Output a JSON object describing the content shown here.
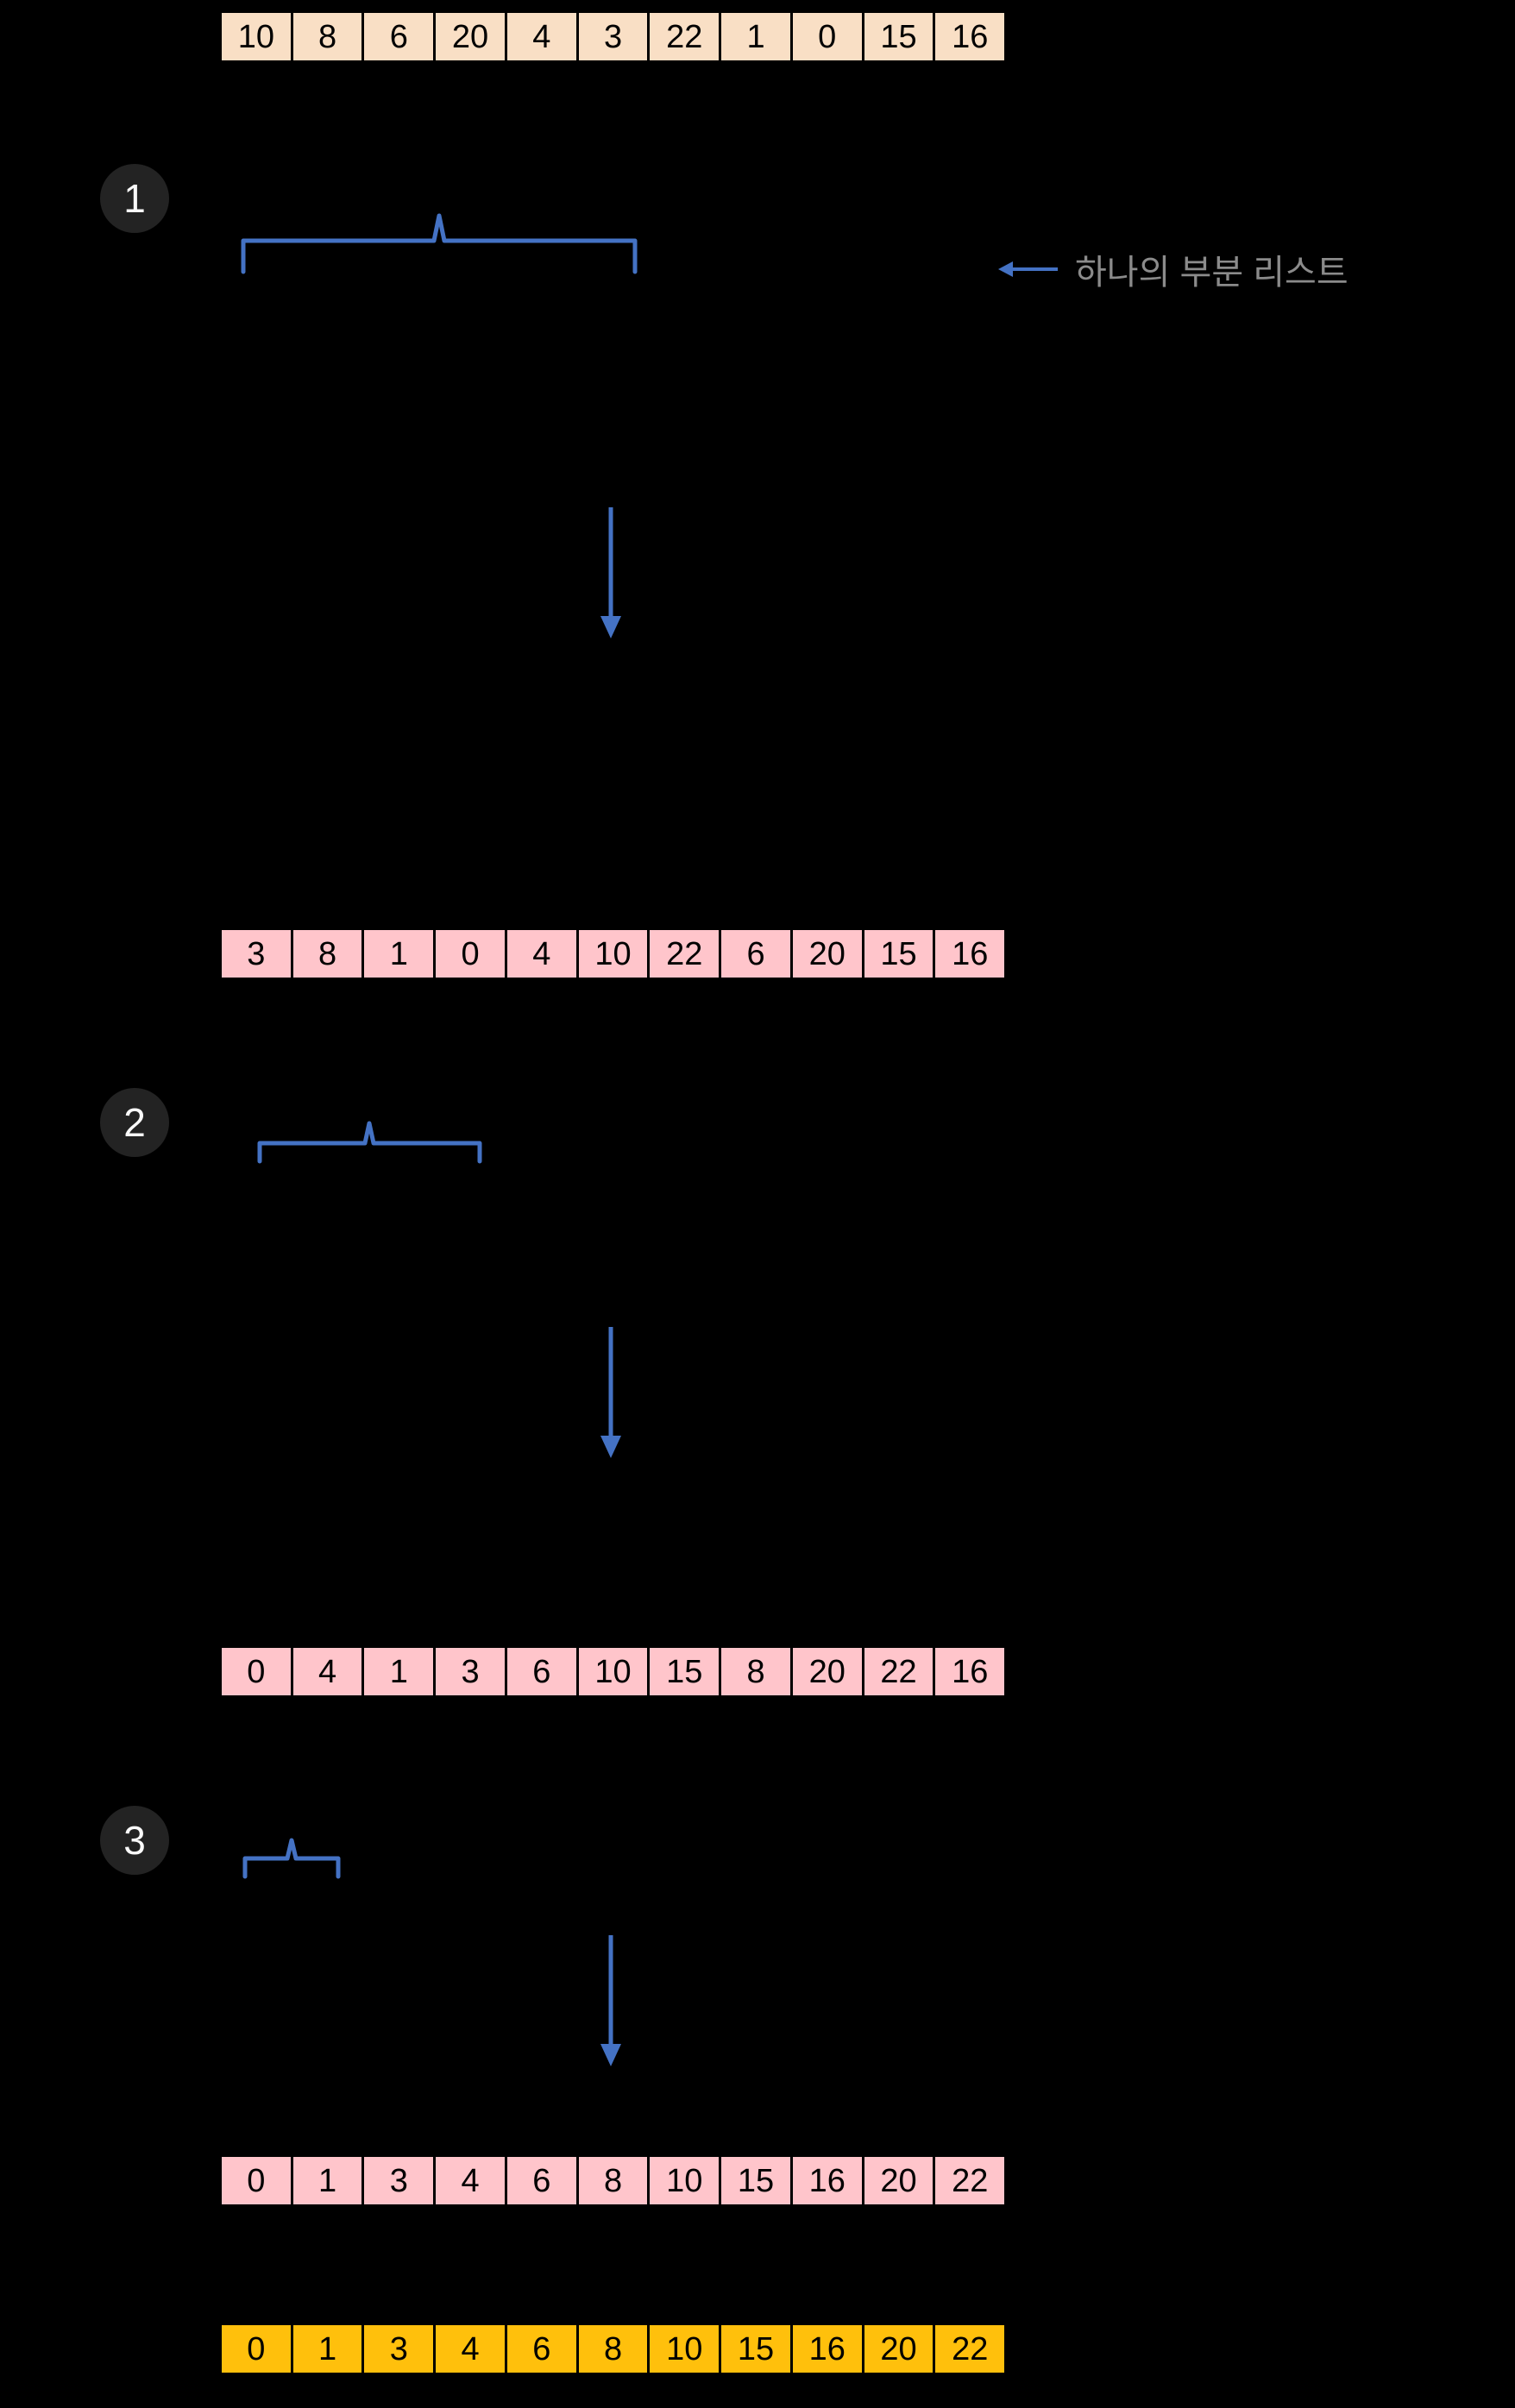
{
  "diagram": {
    "title_hidden": "",
    "annotation": "하나의 부분 리스트",
    "steps": [
      {
        "label": "1"
      },
      {
        "label": "2"
      },
      {
        "label": "3"
      }
    ],
    "arrays": [
      {
        "name": "initial",
        "cell_color": "#F9DFC5",
        "values": [
          "10",
          "8",
          "6",
          "20",
          "4",
          "3",
          "22",
          "1",
          "0",
          "15",
          "16"
        ]
      },
      {
        "name": "after-step-1",
        "cell_color": "#FFC5CB",
        "values": [
          "3",
          "8",
          "1",
          "0",
          "4",
          "10",
          "22",
          "6",
          "20",
          "15",
          "16"
        ]
      },
      {
        "name": "after-step-2",
        "cell_color": "#FFC5CB",
        "values": [
          "0",
          "4",
          "1",
          "3",
          "6",
          "10",
          "15",
          "8",
          "20",
          "22",
          "16"
        ]
      },
      {
        "name": "after-step-3",
        "cell_color": "#FFC5CB",
        "values": [
          "0",
          "1",
          "3",
          "4",
          "6",
          "8",
          "10",
          "15",
          "16",
          "20",
          "22"
        ]
      },
      {
        "name": "final-sorted",
        "cell_color": "#FFC00C",
        "values": [
          "0",
          "1",
          "3",
          "4",
          "6",
          "8",
          "10",
          "15",
          "16",
          "20",
          "22"
        ]
      }
    ],
    "colors": {
      "accent_blue": "#4472C4",
      "annotation_gray": "#8B8B8B",
      "badge_fill": "#232323",
      "badge_text": "#FFFFFF",
      "cell_text": "#000000",
      "background": "#000000"
    }
  }
}
